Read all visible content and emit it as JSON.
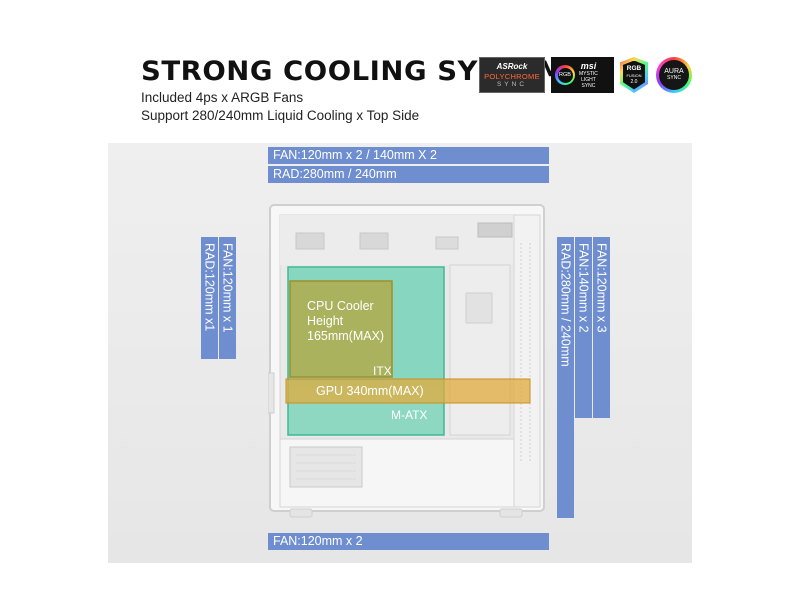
{
  "header": {
    "title": "STRONG COOLING SYSTEM",
    "line1": "Included 4ps x ARGB Fans",
    "line2": "Support 280/240mm Liquid Cooling x Top Side"
  },
  "logos": {
    "asrock": {
      "brand": "ASRock",
      "line1": "POLYCHROME",
      "line2": "SYNC"
    },
    "msi": {
      "badge": "RGB",
      "brand": "msi",
      "line1": "MYSTIC",
      "line2": "LIGHT",
      "line3": "SYNC"
    },
    "gigabyte": {
      "line1": "RGB",
      "line2": "FUSION",
      "line3": "2.0"
    },
    "asus": {
      "line1": "AURA",
      "line2": "SYNC"
    }
  },
  "top": {
    "fan": "FAN:120mm x 2 / 140mm X 2",
    "rad": "RAD:280mm / 240mm"
  },
  "bottom": {
    "fan": "FAN:120mm x 2"
  },
  "front_left": {
    "fan": "FAN:120mm x 1",
    "rad": "RAD:120mm x1"
  },
  "rear_right": {
    "rad": "RAD:280mm / 240mm",
    "fan140": "FAN:140mm x 2",
    "fan120": "FAN:120mm x 3"
  },
  "case_labels": {
    "cpu_line1": "CPU Cooler",
    "cpu_line2": "Height",
    "cpu_line3": "165mm(MAX)",
    "itx": "ITX",
    "gpu": "GPU 340mm(MAX)",
    "matx": "M-ATX"
  },
  "colors": {
    "bar_blue": "#6e8ed0",
    "cpu_box": "#b5a53c",
    "gpu_box": "#e0ab3c",
    "board_teal": "#5ecfae"
  }
}
